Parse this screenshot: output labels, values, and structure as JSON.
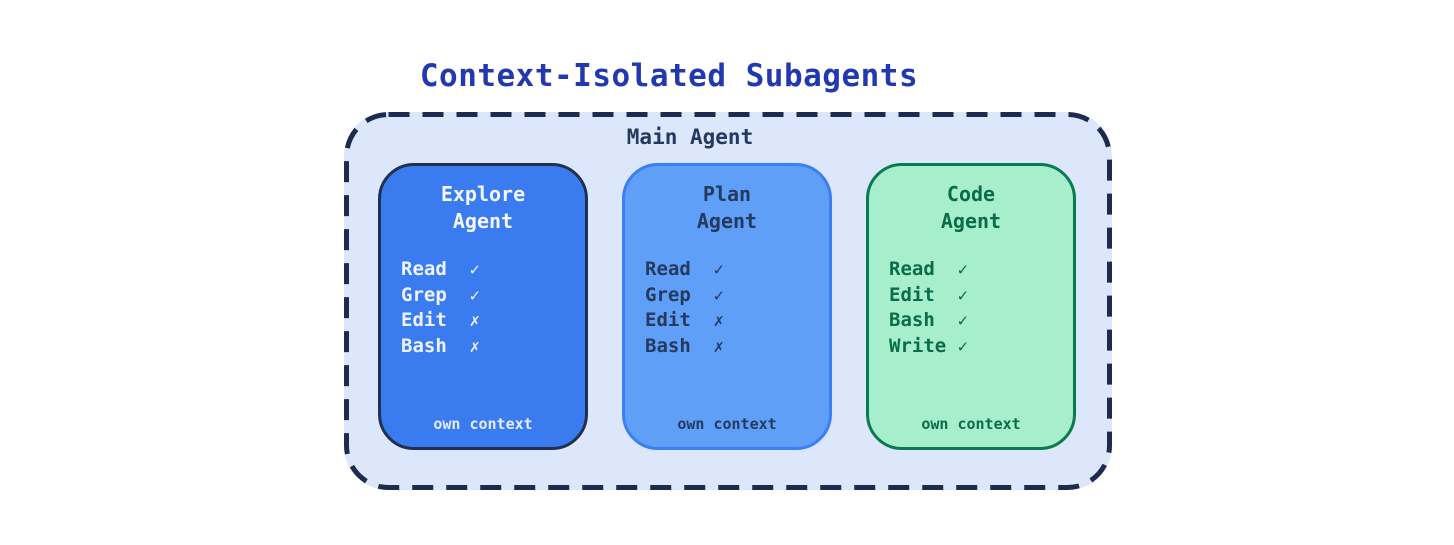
{
  "title": "Context-Isolated Subagents",
  "main_agent": {
    "label": "Main Agent"
  },
  "cards": [
    {
      "name_line1": "Explore",
      "name_line2": "Agent",
      "tools": [
        {
          "name": "Read",
          "mark": "✓"
        },
        {
          "name": "Grep",
          "mark": "✓"
        },
        {
          "name": "Edit",
          "mark": "✗"
        },
        {
          "name": "Bash",
          "mark": "✗"
        }
      ],
      "footer": "own context",
      "colors": {
        "background": "#3a7cf0",
        "border": "#203050",
        "text": "#f4f7ff"
      }
    },
    {
      "name_line1": "Plan",
      "name_line2": "Agent",
      "tools": [
        {
          "name": "Read",
          "mark": "✓"
        },
        {
          "name": "Grep",
          "mark": "✓"
        },
        {
          "name": "Edit",
          "mark": "✗"
        },
        {
          "name": "Bash",
          "mark": "✗"
        }
      ],
      "footer": "own context",
      "colors": {
        "background": "#5f9ff8",
        "border": "#3b7ff2",
        "text": "#243a5e"
      }
    },
    {
      "name_line1": "Code",
      "name_line2": "Agent",
      "tools": [
        {
          "name": "Read",
          "mark": "✓"
        },
        {
          "name": "Edit",
          "mark": "✓"
        },
        {
          "name": "Bash",
          "mark": "✓"
        },
        {
          "name": "Write",
          "mark": "✓"
        }
      ],
      "footer": "own context",
      "colors": {
        "background": "#a7efcc",
        "border": "#0a7a50",
        "text": "#0a6c4a"
      }
    }
  ],
  "colors": {
    "page_background": "#ffffff",
    "title": "#2238ae",
    "container_background": "#dce7fb",
    "container_border": "#1d2b4e",
    "main_agent_text": "#24395e"
  }
}
